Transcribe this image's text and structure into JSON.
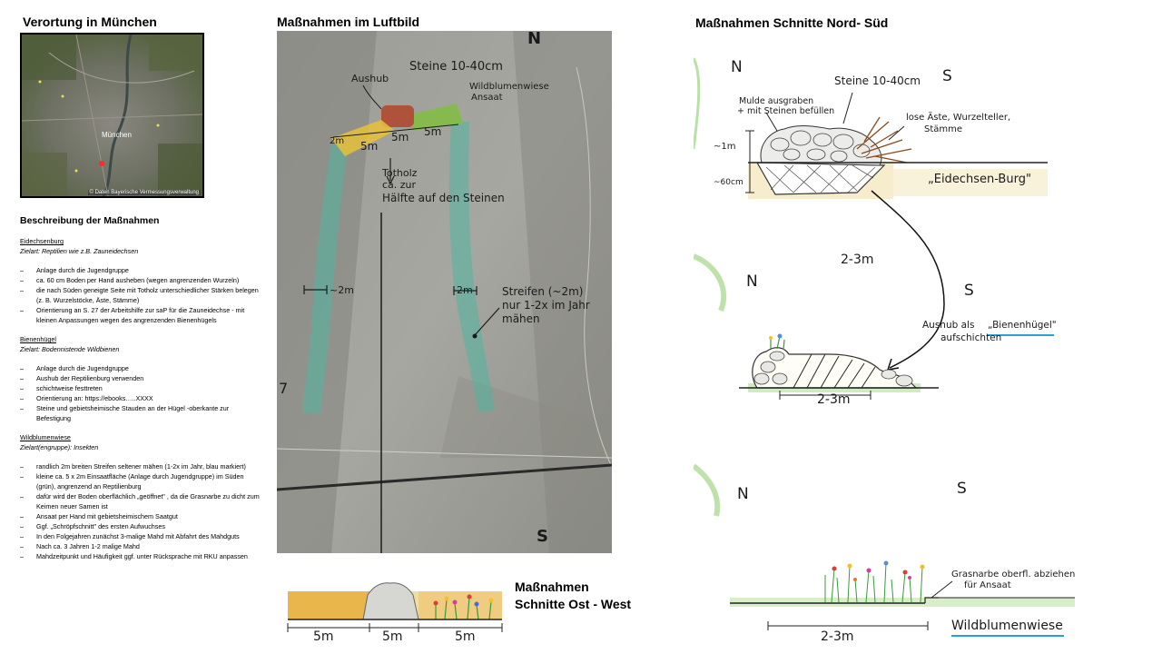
{
  "headings": {
    "location": "Verortung in München",
    "aerial": "Maßnahmen im Luftbild",
    "ns_sections": "Maßnahmen Schnitte Nord- Süd",
    "ew_line1": "Maßnahmen",
    "ew_line2": "Schnitte Ost - West"
  },
  "map": {
    "city_label": "München",
    "credit": "© Daten Bayerische Vermessungsverwaltung"
  },
  "description": {
    "title": "Beschreibung der Maßnahmen",
    "sections": [
      {
        "title": "Eidechsenburg",
        "subtitle": "Zielart: Reptilien wie z.B. Zauneidechsen",
        "items": [
          "Anlage durch die Jugendgruppe",
          "ca. 60 cm Boden per Hand ausheben (wegen angrenzenden Wurzeln)",
          "die nach Süden geneigte Seite mit Totholz unterschiedlicher Stärken belegen (z. B. Wurzelstöcke, Äste, Stämme)",
          "Orientierung an S. 27 der Arbeitshilfe zur saP für die Zauneidechse - mit kleinen Anpassungen wegen des angrenzenden Bienenhügels"
        ]
      },
      {
        "title": "Bienenhügel",
        "subtitle": "Zielart: Bodennistende Wildbienen",
        "items": [
          "Anlage durch die Jugendgruppe",
          "Aushub der Reptilienburg verwenden",
          "schichtweise festtreten",
          "Orientierung an: https://ebooks…..XXXX",
          "Steine und gebietsheimische Stauden an der Hügel -oberkante zur Befestigung"
        ]
      },
      {
        "title": "Wildblumenwiese",
        "subtitle": "Zielart(engruppe): Insekten",
        "items": [
          "randlich 2m breiten Streifen seltener mähen (1-2x im Jahr, blau markiert)",
          "kleine ca. 5 x 2m Einsaatfläche (Anlage durch Jugendgruppe) im Süden (grün), angrenzend an Reptilienburg",
          "dafür wird der Boden oberflächlich „geöffnet\" , da die Grasnarbe zu dicht zum Keimen neuer Samen ist",
          "Ansaat per Hand mit gebietsheimischem Saatgut",
          "Ggf. „Schröpfschnitt\" des ersten Aufwuchses",
          "In den Folgejahren zunächst 3-malige Mahd mit Abfahrt des Mahdguts",
          "Nach ca. 3 Jahren 1-2 malige Mahd",
          "Mahdzeitpunkt und Häufigkeit ggf. unter Rücksprache mit RKU anpassen"
        ]
      }
    ]
  },
  "aerial_labels": {
    "north": "N",
    "south": "S",
    "aushub": "Aushub",
    "steine": "Steine 10-40cm",
    "wildblumen_1": "Wildblumenwiese",
    "wildblumen_2": "Ansaat",
    "m2": "2m",
    "m5a": "5m",
    "m5b": "5m",
    "m5c": "5m",
    "totholz_1": "Totholz",
    "totholz_2": "ca. zur",
    "totholz_3": "Hälfte auf den Steinen",
    "left_strip": "~2m",
    "right_strip": "2m",
    "streifen_1": "Streifen (~2m)",
    "streifen_2": "nur 1-2x im Jahr",
    "streifen_3": "mähen",
    "edge_number": "7"
  },
  "ew_labels": {
    "m1": "5m",
    "m2": "5m",
    "m3": "5m"
  },
  "ns1": {
    "north": "N",
    "south": "S",
    "steine": "Steine 10-40cm",
    "mulde_1": "Mulde ausgraben",
    "mulde_2": "+ mit Steinen befüllen",
    "aeste_1": "lose Äste, Wurzelteller,",
    "aeste_2": "Stämme",
    "depth_1": "~1m",
    "depth_2": "~60cm",
    "label": "„Eidechsen-Burg\""
  },
  "ns2": {
    "north": "N",
    "south": "S",
    "width_top": "2-3m",
    "aushub": "Aushub als",
    "bienen": "„Bienenhügel\"",
    "aufschichten": "aufschichten",
    "width_bottom": "2-3m"
  },
  "ns3": {
    "north": "N",
    "south": "S",
    "grasnarbe_1": "Grasnarbe oberfl. abziehen",
    "grasnarbe_2": "für Ansaat",
    "width": "2-3m",
    "label": "Wildblumenwiese"
  }
}
